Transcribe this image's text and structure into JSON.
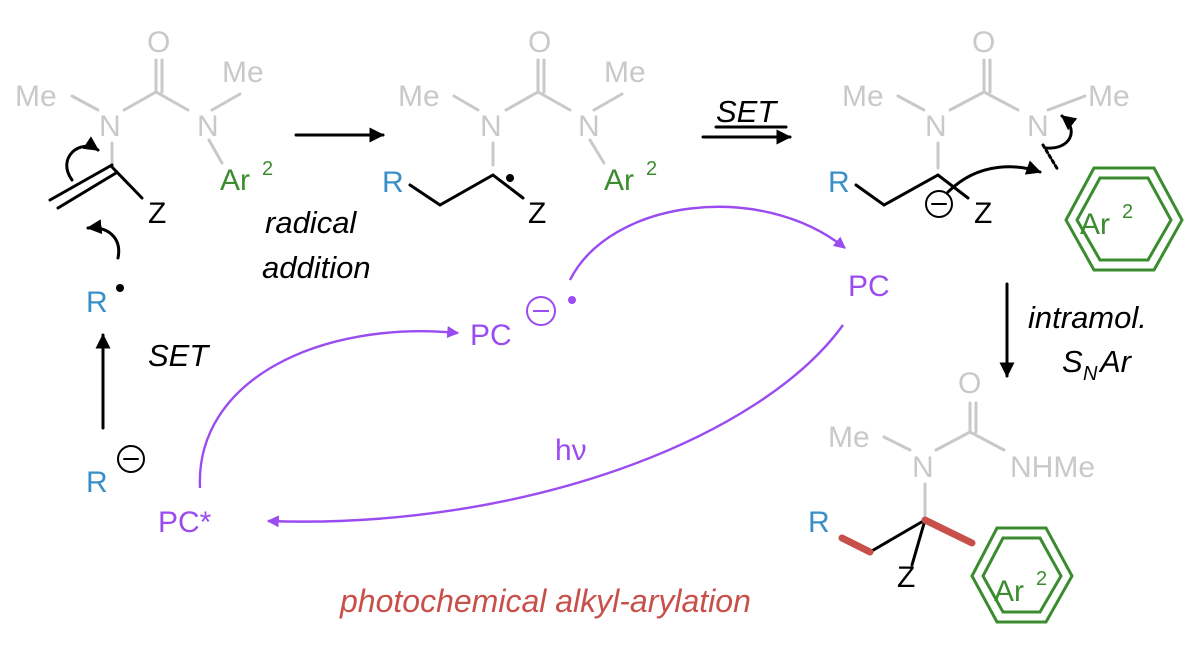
{
  "atoms": {
    "me": "Me",
    "n": "N",
    "o": "O",
    "r": "R",
    "z": "Z",
    "ar": "Ar",
    "ar_sup": "2",
    "nhme": "NHMe",
    "pc": "PC",
    "pc_star": "PC*"
  },
  "labels": {
    "set": "SET",
    "radical_line1": "radical",
    "radical_line2": "addition",
    "intramol": "intramol.",
    "snar_s": "S",
    "snar_n": "N",
    "snar_ar": "Ar",
    "hv": "hν",
    "title": "photochemical alkyl-arylation"
  },
  "colors": {
    "gray": "#c9c9c9",
    "blue": "#3a8fc9",
    "green": "#3a8c2e",
    "purple": "#9b4cf0",
    "red": "#c8504a"
  }
}
